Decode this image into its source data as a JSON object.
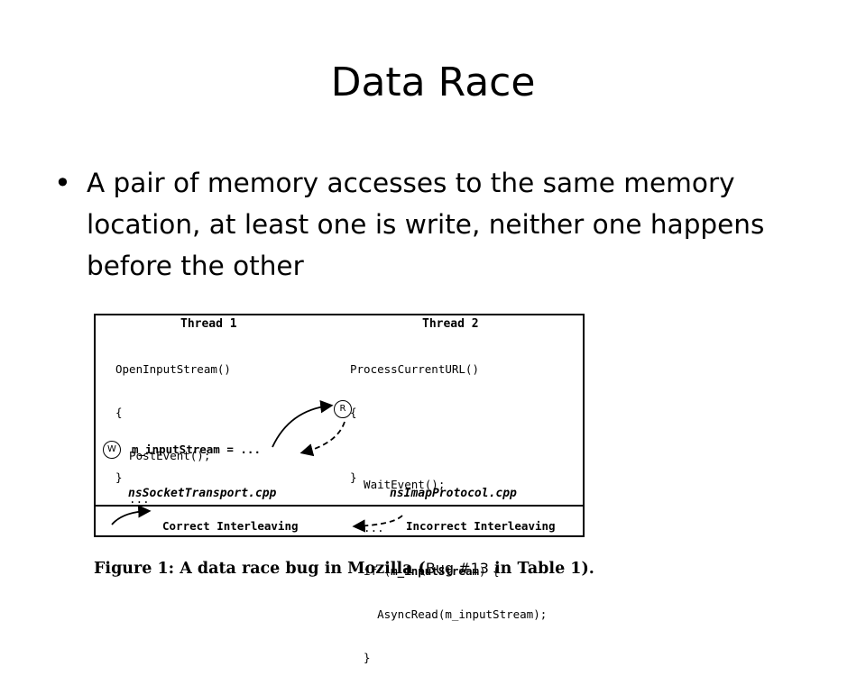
{
  "slide": {
    "title": "Data Race",
    "bullet": "A pair of memory accesses to the same memory location, at least one is write, neither one happens before the other"
  },
  "figure": {
    "thread1": {
      "header": "Thread 1",
      "lines": [
        "OpenInputStream()",
        "{",
        "  PostEvent();",
        "  ...",
        "",
        "",
        "",
        "",
        "",
        "",
        "}"
      ],
      "write_stmt": "m_inputStream = ...",
      "marker": "W",
      "file": "nsSocketTransport.cpp"
    },
    "thread2": {
      "header": "Thread 2",
      "lines": [
        "ProcessCurrentURL()",
        "{",
        "",
        "  WaitEvent();",
        "  ...",
        "",
        "",
        "",
        "",
        "",
        "}"
      ],
      "if_prefix": "  if (",
      "if_var": "m_inputStream",
      "if_suffix": ") {",
      "read_stmt": "    AsyncRead(m_inputStream);",
      "close_brace": "  }",
      "marker": "R",
      "file": "nsImapProtocol.cpp"
    },
    "legend": {
      "correct": "Correct Interleaving",
      "incorrect": "Incorrect Interleaving"
    }
  },
  "caption": {
    "main": "Figure 1:  A data race bug in Mozilla (",
    "bugref": "Bug #13",
    "rest": " in Table 1)."
  }
}
